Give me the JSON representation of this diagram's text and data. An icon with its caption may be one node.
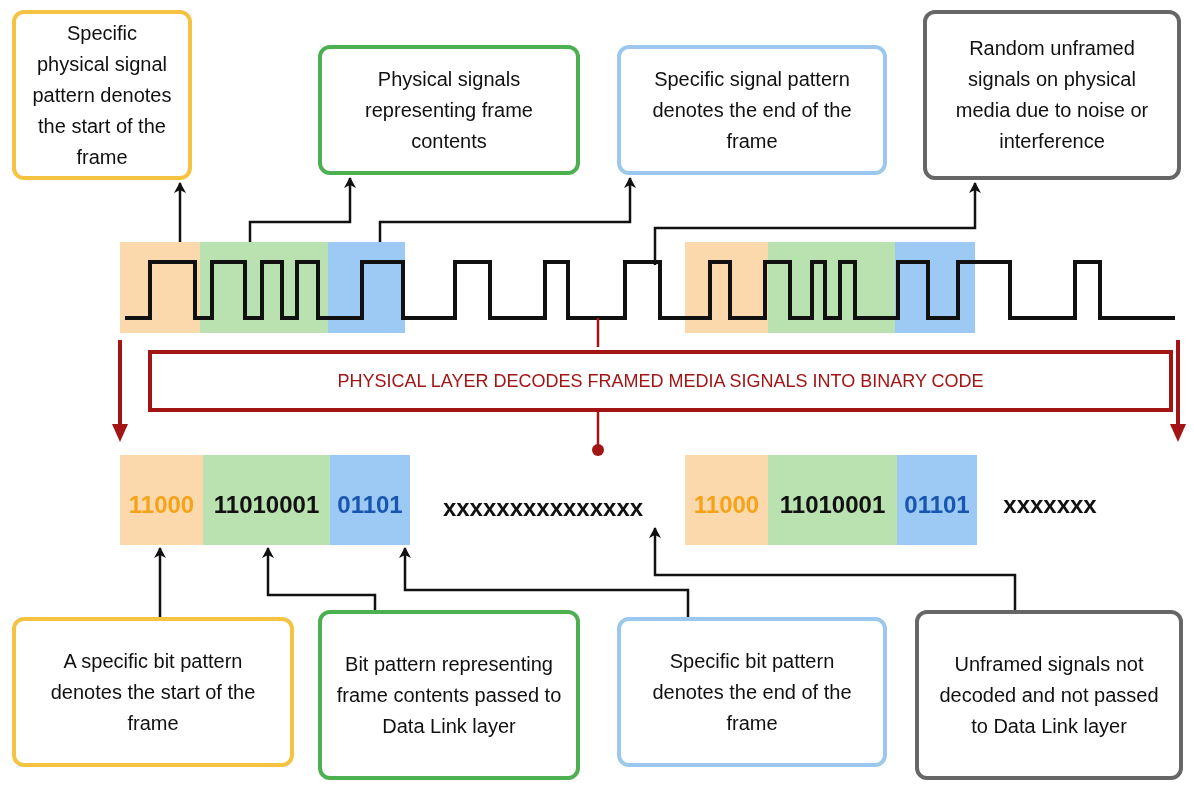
{
  "diagram": {
    "nodes": [
      {
        "text": [
          "Specific physical signal pattern denotes the start of the frame"
        ]
      },
      {
        "text": [
          "Physical signals representing frame contents"
        ]
      },
      {
        "text": [
          "Specific signal pattern denotes the end of the frame"
        ]
      },
      {
        "text": [
          "Random unframed signals on physical media due to noise or interference"
        ]
      },
      {
        "text": [],
        "shape": "box"
      },
      {
        "text": [],
        "shape": "box"
      },
      {
        "text": [],
        "shape": "box"
      },
      {
        "text": [
          "PHYSICAL LAYER DECODES FRAMED MEDIA SIGNALS INTO BINARY CODE"
        ]
      },
      {
        "text": [
          "11000"
        ]
      },
      {
        "text": [
          "11010001"
        ]
      },
      {
        "text": [
          "01101"
        ]
      },
      {
        "text": [
          "xxxxxxxxxxxxxxx"
        ]
      },
      {
        "text": [
          "A specific bit pattern denotes the start of the frame"
        ]
      },
      {
        "text": [
          "Bit pattern representing frame contents passed to Data Link layer"
        ]
      },
      {
        "text": [
          "Specific bit pattern denotes the end of the frame"
        ]
      },
      {
        "text": [
          "Unframed signals not decoded and not passed to Data Link layer"
        ]
      }
    ],
    "edges": [
      {
        "from": 4,
        "to": 0,
        "arrow": "to"
      },
      {
        "from": 5,
        "to": 1,
        "arrow": "to"
      },
      {
        "from": 6,
        "to": 2,
        "arrow": "to"
      },
      {
        "from": null,
        "to": 3,
        "arrow": "to"
      },
      {
        "from": null,
        "to": 7,
        "arrow": "none",
        "color": "#a31515"
      },
      {
        "from": 7,
        "to": null,
        "arrow": "other",
        "color": "#a31515"
      },
      {
        "from": 12,
        "to": 8,
        "arrow": "to"
      },
      {
        "from": 13,
        "to": 9,
        "arrow": "to"
      },
      {
        "from": 14,
        "to": 10,
        "arrow": "to"
      },
      {
        "from": 15,
        "to": 11,
        "arrow": "to"
      }
    ],
    "labels": [
      "11000",
      "11010001",
      "01101",
      "xxxxxxx"
    ]
  }
}
